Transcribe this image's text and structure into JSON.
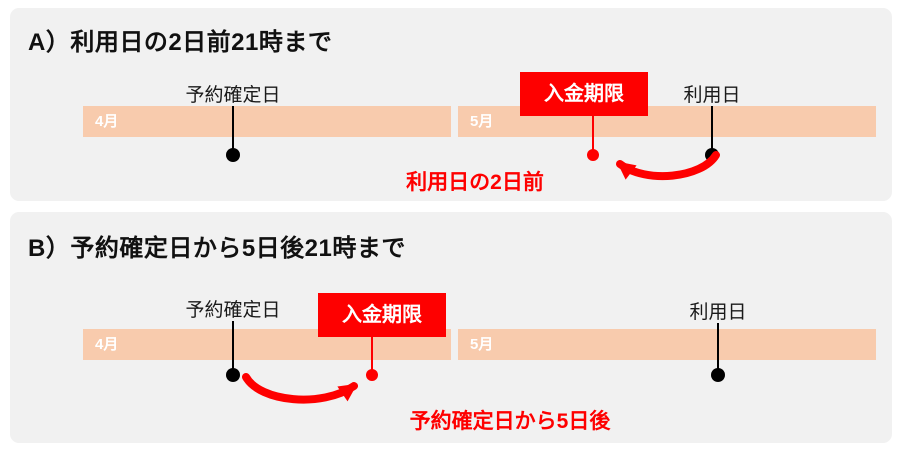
{
  "colors": {
    "panel_bg": "#f1f1f1",
    "timeline_bar": "#f8cbad",
    "accent_red": "#fe0000",
    "dot_black": "#000000"
  },
  "panel_a": {
    "title": "A）利用日の2日前21時まで",
    "timeline": {
      "month_left": "4月",
      "month_right": "5月"
    },
    "markers": {
      "confirm": "予約確定日",
      "deadline": "入金期限",
      "usage": "利用日"
    },
    "caption": "利用日の2日前"
  },
  "panel_b": {
    "title": "B）予約確定日から5日後21時まで",
    "timeline": {
      "month_left": "4月",
      "month_right": "5月"
    },
    "markers": {
      "confirm": "予約確定日",
      "deadline": "入金期限",
      "usage": "利用日"
    },
    "caption": "予約確定日から5日後"
  }
}
